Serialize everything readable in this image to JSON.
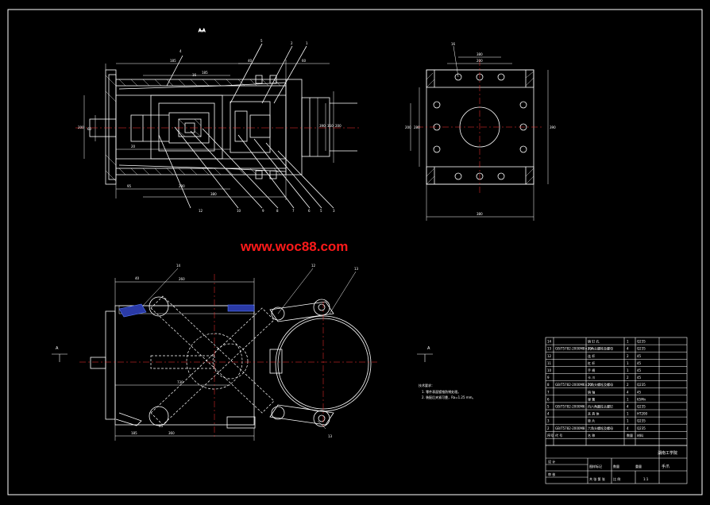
{
  "watermark": "www.woc88.com",
  "section_label": "A-A",
  "section_markers": [
    "A",
    "A"
  ],
  "notes": {
    "heading": "技术要求：",
    "lines": [
      "1. 零件表面镀铬防锈处理。",
      "2. 装配后夹紧可靠，Ra=1.25 mm。"
    ]
  },
  "top_dims": [
    "185",
    "185",
    "40",
    "60",
    "200",
    "60",
    "95",
    "280",
    "20",
    "380",
    "390",
    "350",
    "200",
    "16"
  ],
  "plan_dims": [
    "260",
    "65",
    "185",
    "360",
    "730",
    "13"
  ],
  "callouts_top": [
    "4",
    "5",
    "2",
    "1"
  ],
  "callouts_bottom": [
    "12",
    "10",
    "9",
    "8",
    "7",
    "6",
    "5",
    "3"
  ],
  "callouts_plan": [
    "14",
    "12",
    "13"
  ],
  "parts_rows": [
    [
      "14",
      "",
      "销 钉 孔",
      "1",
      "Q235"
    ],
    [
      "13",
      "GB/T5782-2000M8×35",
      "六角头螺栓及螺母",
      "4",
      "Q235"
    ],
    [
      "12",
      "",
      "连 杆",
      "2",
      "45"
    ],
    [
      "11",
      "",
      "杠 杆",
      "1",
      "45"
    ],
    [
      "10",
      "",
      "手 柄",
      "1",
      "45"
    ],
    [
      "9",
      "",
      "卡 爪",
      "2",
      "45"
    ],
    [
      "8",
      "GB/T5782-2000M6×20",
      "六角头螺栓及螺母",
      "2",
      "Q235"
    ],
    [
      "7",
      "",
      "销 轴",
      "4",
      "45"
    ],
    [
      "6",
      "",
      "弹 簧",
      "1",
      "65Mn"
    ],
    [
      "5",
      "GB/T5782-2000M6",
      "内六角圆柱头螺钉",
      "4",
      "Q235"
    ],
    [
      "4",
      "",
      "夹 具 体",
      "1",
      "HT200"
    ],
    [
      "3",
      "",
      "垫 片",
      "1",
      "Q235"
    ],
    [
      "2",
      "GB/T5782-2000M8",
      "六角头螺栓及螺母",
      "4",
      "Q235"
    ]
  ],
  "parts_header": [
    "序号",
    "代 号",
    "名 称",
    "数量",
    "材料"
  ],
  "title_block": {
    "school": "湖南工学院",
    "drawing_name": "手爪",
    "scale_label": "比 例",
    "scale": "1:1",
    "sheet_label": "共 张 第 张",
    "designer_label": "设 计",
    "checker_label": "审 核",
    "row_a": "图样标记",
    "row_b": "数量",
    "row_c": "重量"
  },
  "colors": {
    "line": "#ffffff",
    "center": "#ff3030",
    "hidden": "#ffffff",
    "hatch": "#5a7cff",
    "watermark": "#ff1a1a"
  }
}
